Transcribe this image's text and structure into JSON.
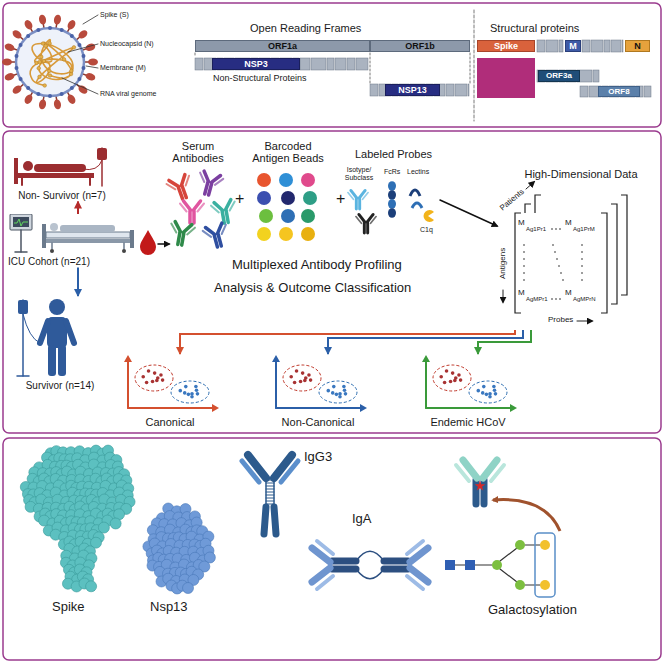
{
  "diagram": {
    "nodes": [
      {
        "text": [
          "ORF1a"
        ]
      },
      {
        "text": [
          "NSP3",
          "Non-Structural Proteins"
        ]
      },
      {
        "text": [
          "ORF1b"
        ]
      },
      {
        "text": [
          "NSP13"
        ]
      },
      {
        "text": [
          "Spike"
        ]
      },
      {
        "text": [
          "M"
        ]
      },
      {
        "text": [
          "N"
        ]
      },
      {
        "text": [
          "ORF3a"
        ]
      },
      {
        "text": [
          "ORF8"
        ]
      },
      {
        "text": [
          "ICU Cohort (n=21)"
        ]
      },
      {
        "text": [
          "Non- Survivor (n=7)"
        ]
      },
      {
        "text": [
          "Survivor (n=14)"
        ]
      },
      {
        "text": [
          "High-Dimensional Data"
        ]
      },
      {
        "text": [
          "Canonical"
        ]
      },
      {
        "text": [
          "Non-Canonical"
        ]
      },
      {
        "text": [
          "Endemic HCoV"
        ]
      }
    ],
    "edges": [
      {
        "from": 9,
        "to": 10,
        "arrow": "to"
      },
      {
        "from": 9,
        "to": 11,
        "arrow": "to"
      },
      {
        "from": 12,
        "to": 13,
        "arrow": "to"
      },
      {
        "from": 12,
        "to": 14,
        "arrow": "to"
      },
      {
        "from": 12,
        "to": 15,
        "arrow": "to"
      }
    ],
    "labels": [
      "Spike (S)",
      "Nucleocapsid (N)",
      "Membrane (M)",
      "RNA viral genome",
      "Open Reading Frames",
      "Structural proteins",
      "Serum Antibodies",
      "+",
      "Barcoded Antigen Beads",
      "+",
      "Labeled Probes",
      "Isotype/ Subclass",
      "FcRs",
      "Lectins",
      "C1q",
      "Multiplexed Antibody Profiling",
      "Analysis & Outcome Classification",
      "Patients",
      "Antigens",
      "Probes",
      "M",
      "Ag1Pr1",
      "M",
      "Ag1PrM",
      "M",
      "AgMPr1",
      "M",
      "AgMPrN",
      "Spike",
      "Nsp13",
      "IgG3",
      "IgA",
      "Galactosylation"
    ]
  }
}
